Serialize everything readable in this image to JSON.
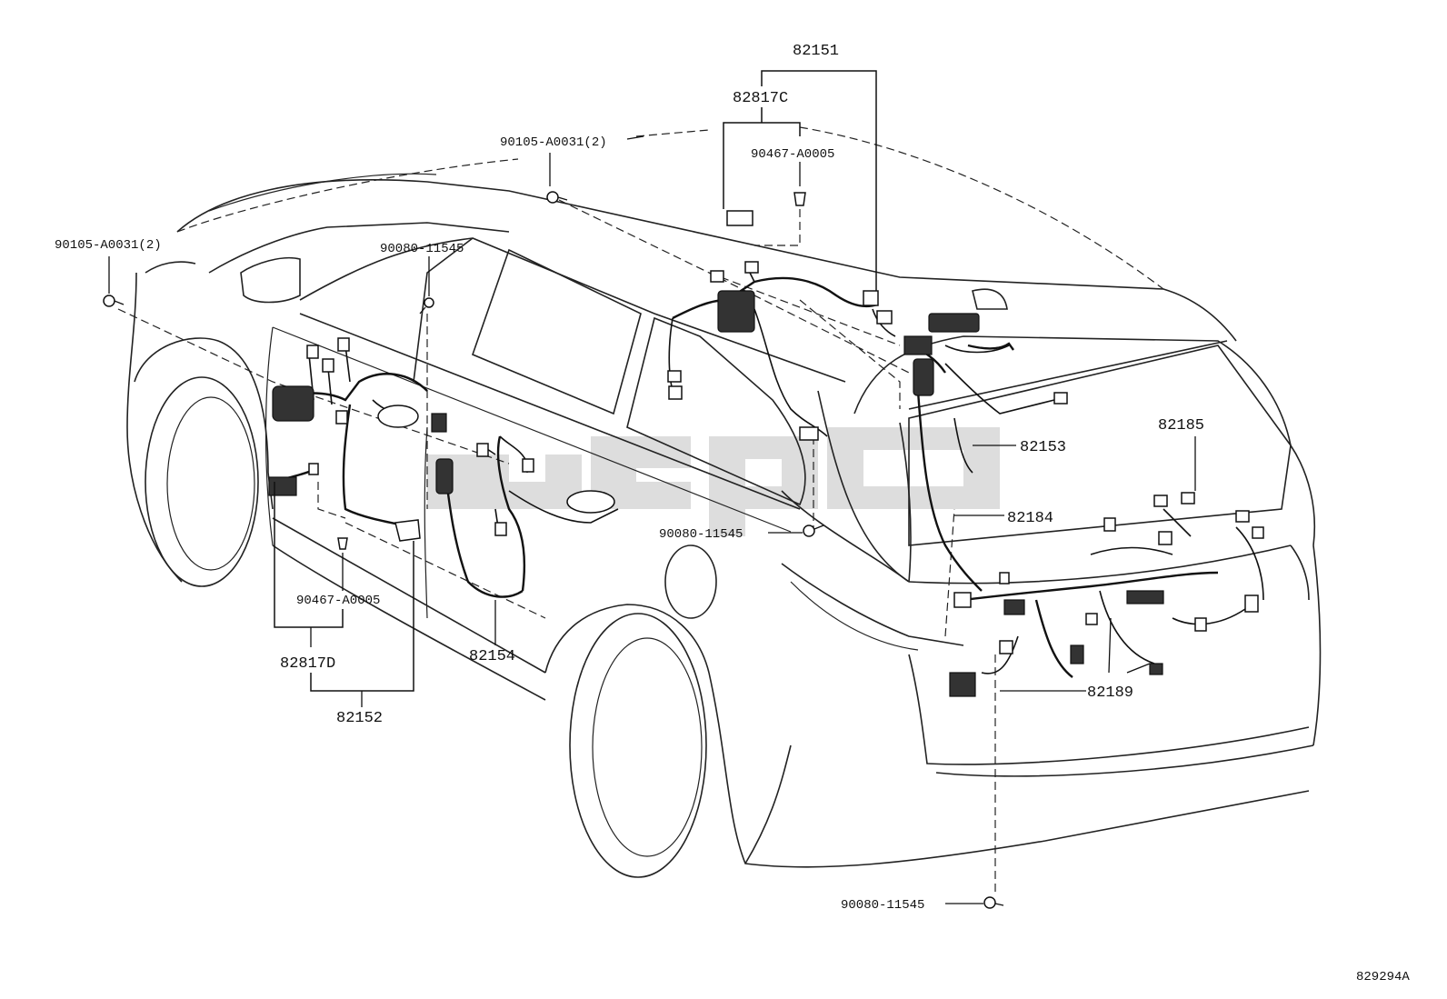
{
  "diagram_code": "829294A",
  "callouts": {
    "c82151": "82151",
    "c82817C": "82817C",
    "c90105_top": "90105-A0031(2)",
    "c90467_top": "90467-A0005",
    "c90105_left": "90105-A0031(2)",
    "c90080_a": "90080-11545",
    "c82153": "82153",
    "c82185": "82185",
    "c82184": "82184",
    "c90080_b": "90080-11545",
    "c90467_bottom": "90467-A0005",
    "c82154": "82154",
    "c82817D": "82817D",
    "c82189": "82189",
    "c82152": "82152",
    "c90080_c": "90080-11545"
  }
}
